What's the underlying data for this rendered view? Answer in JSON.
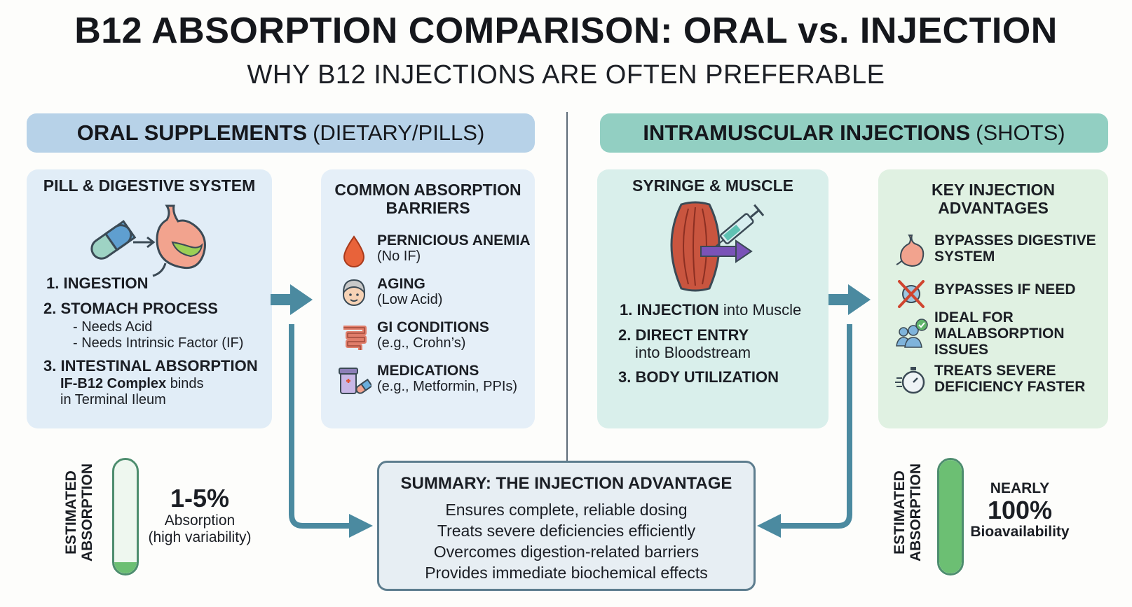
{
  "header": {
    "title": "B12 ABSORPTION COMPARISON: ORAL vs. INJECTION",
    "subtitle": "WHY B12 INJECTIONS ARE OFTEN PREFERABLE"
  },
  "oral": {
    "header_bold": "ORAL SUPPLEMENTS",
    "header_rest": "(DIETARY/PILLS)",
    "process": {
      "title": "PILL & DIGESTIVE SYSTEM",
      "step1": "1. INGESTION",
      "step2": "2. STOMACH PROCESS",
      "step2_sub1": "- Needs Acid",
      "step2_sub2": "- Needs Intrinsic Factor (IF)",
      "step3": "3. INTESTINAL ABSORPTION",
      "step3_bold": "IF-B12 Complex",
      "step3_rest": " binds",
      "step3_line2": "in Terminal Ileum"
    },
    "barriers": {
      "title_line1": "COMMON ABSORPTION",
      "title_line2": "BARRIERS",
      "items": [
        {
          "label": "PERNICIOUS ANEMIA",
          "detail": "(No IF)",
          "icon": "blood-drop-icon"
        },
        {
          "label": "AGING",
          "detail": "(Low Acid)",
          "icon": "elderly-face-icon"
        },
        {
          "label": "GI CONDITIONS",
          "detail": "(e.g., Crohn’s)",
          "icon": "intestine-icon"
        },
        {
          "label": "MEDICATIONS",
          "detail": "(e.g., Metformin, PPIs)",
          "icon": "medication-icon"
        }
      ]
    },
    "absorption": {
      "vertical_label_1": "ESTIMATED",
      "vertical_label_2": "ABSORPTION",
      "value": "1-5%",
      "label": "Absorption",
      "note": "(high variability)",
      "fill_fraction": 0.1
    }
  },
  "injection": {
    "header_bold": "INTRAMUSCULAR INJECTIONS",
    "header_rest": "(SHOTS)",
    "process": {
      "title": "SYRINGE & MUSCLE",
      "step1_bold": "1. INJECTION",
      "step1_rest": " into Muscle",
      "step2_bold": "2. DIRECT ENTRY",
      "step2_line2": "into Bloodstream",
      "step3": "3. BODY UTILIZATION"
    },
    "advantages": {
      "title_line1": "KEY INJECTION",
      "title_line2": "ADVANTAGES",
      "items": [
        {
          "line1": "BYPASSES DIGESTIVE",
          "line2": "SYSTEM",
          "line3": "",
          "icon": "stomach-icon"
        },
        {
          "line1": "BYPASSES IF NEED",
          "line2": "",
          "line3": "",
          "icon": "crossed-out-icon"
        },
        {
          "line1": "IDEAL FOR",
          "line2": "MALABSORPTION",
          "line3": "ISSUES",
          "icon": "group-check-icon"
        },
        {
          "line1": "TREATS SEVERE",
          "line2": "DEFICIENCY FASTER",
          "line3": "",
          "icon": "stopwatch-icon"
        }
      ]
    },
    "absorption": {
      "vertical_label_1": "ESTIMATED",
      "vertical_label_2": "ABSORPTION",
      "value_prefix": "NEARLY",
      "value": "100%",
      "label": "Bioavailability",
      "fill_fraction": 1.0
    }
  },
  "summary": {
    "title": "SUMMARY: THE INJECTION ADVANTAGE",
    "lines": [
      "Ensures complete, reliable dosing",
      "Treats severe deficiencies efficiently",
      "Overcomes digestion-related barriers",
      "Provides immediate biochemical effects"
    ]
  },
  "colors": {
    "oral_header": "#b7d2e8",
    "injection_header": "#92cfc2",
    "arrow": "#4b8aa0",
    "gauge_fill": "#6cbf73"
  }
}
